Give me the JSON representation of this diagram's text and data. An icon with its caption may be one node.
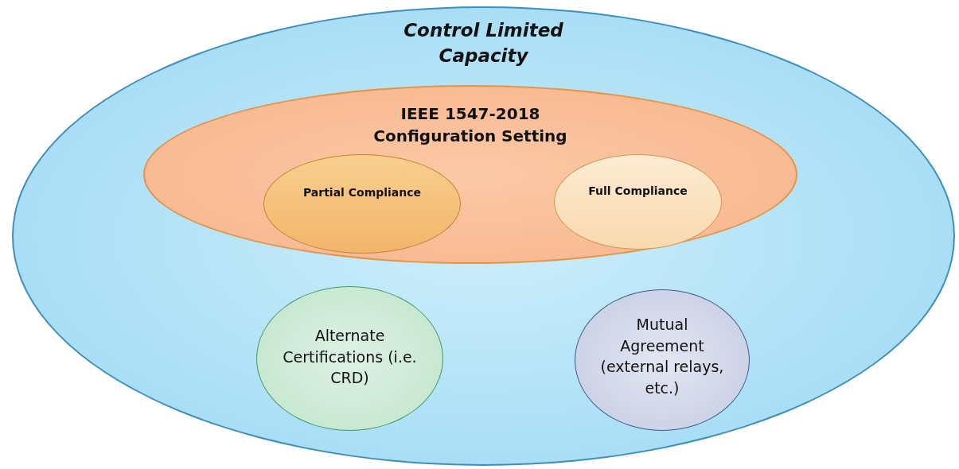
{
  "diagram": {
    "nodes": [
      {
        "text": [
          "Control Limited Capacity"
        ]
      },
      {
        "text": [
          "IEEE 1547-2018 Configuration Setting"
        ],
        "in": 0
      },
      {
        "text": [
          "Partial Compliance"
        ],
        "in": 1
      },
      {
        "text": [
          "Full Compliance"
        ],
        "in": 1
      },
      {
        "text": [
          "Alternate Certifications (i.e. CRD)"
        ],
        "in": 0
      },
      {
        "text": [
          "Mutual Agreement (external relays, etc.)"
        ],
        "in": 0
      }
    ]
  }
}
